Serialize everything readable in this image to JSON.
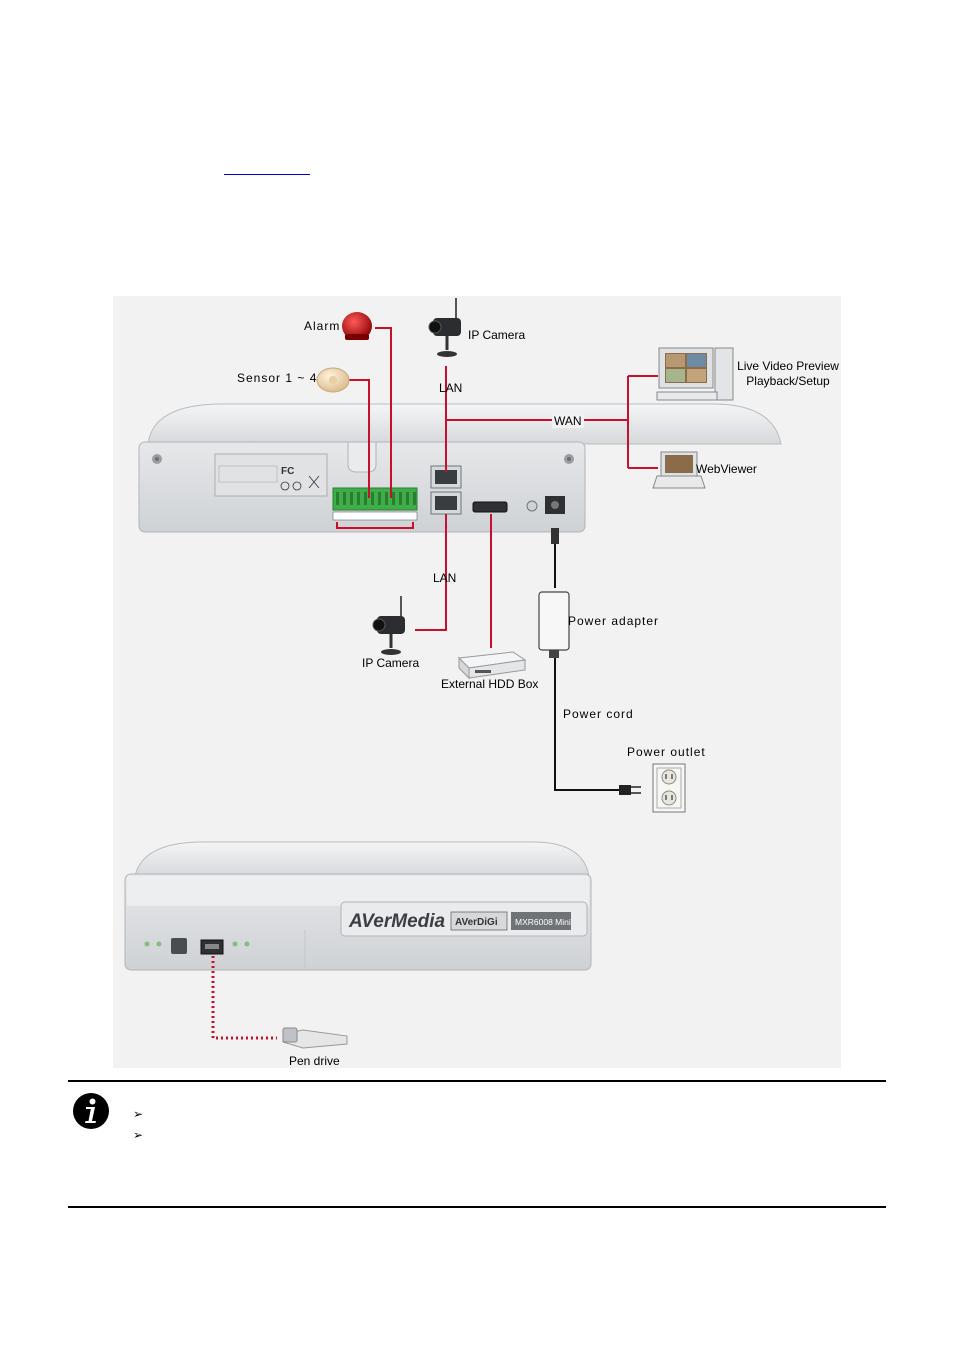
{
  "diagram": {
    "labels": {
      "alarm": "Alarm",
      "sensor": "Sensor 1 ~ 4",
      "ip_camera_top": "IP Camera",
      "lan_top": "LAN",
      "wan": "WAN",
      "live_preview_line1": "Live Video Preview",
      "live_preview_line2": "Playback/Setup",
      "webviewer": "WebViewer",
      "lan_bottom": "LAN",
      "ip_camera_bottom": "IP Camera",
      "external_hdd": "External HDD Box",
      "power_adapter": "Power adapter",
      "power_cord": "Power cord",
      "power_outlet": "Power outlet",
      "pen_drive": "Pen drive"
    },
    "device_brand": {
      "brand": "AVerMedia",
      "product_line": "AVerDiGi",
      "model": "MXR6008 Mini"
    },
    "colors": {
      "connection_line": "#c8102e",
      "device_body": "#d9dcdf",
      "diagram_background": "#f2f2f2"
    }
  },
  "note": {
    "icon": "info-icon",
    "bullet_marker": "➢"
  }
}
